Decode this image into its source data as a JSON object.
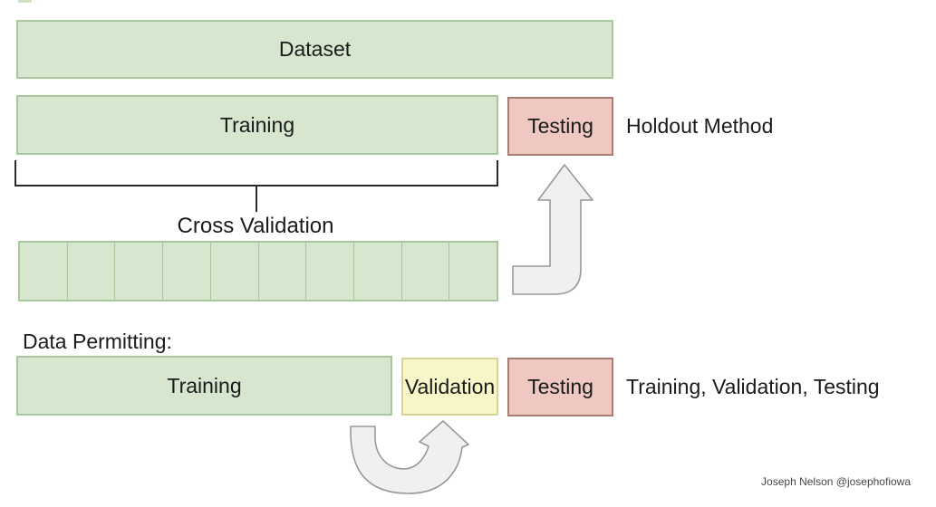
{
  "diagram": {
    "dataset_row": {
      "dataset": "Dataset"
    },
    "holdout_row": {
      "training": "Training",
      "testing": "Testing",
      "caption": "Holdout Method"
    },
    "cross_validation": {
      "label": "Cross Validation",
      "segments": 10
    },
    "data_permitting": {
      "heading": "Data Permitting:",
      "training": "Training",
      "validation": "Validation",
      "testing": "Testing",
      "caption": "Training, Validation, Testing"
    },
    "credit": "Joseph Nelson @josephofiowa"
  },
  "icons": {
    "holdout_arrow": "up-arrow",
    "validation_arrow": "curved-up-arrow"
  },
  "colors": {
    "box_green_fill": "#d7e6ce",
    "box_green_border": "#a7c69b",
    "box_red_fill": "#eec8c1",
    "box_red_border": "#a87c72",
    "box_yellow_fill": "#f6f6c9",
    "box_yellow_border": "#d5d593",
    "arrow_fill": "#f0f0f0",
    "arrow_stroke": "#999999",
    "bracket": "#2b2b2b",
    "text": "#1b1b1b"
  }
}
